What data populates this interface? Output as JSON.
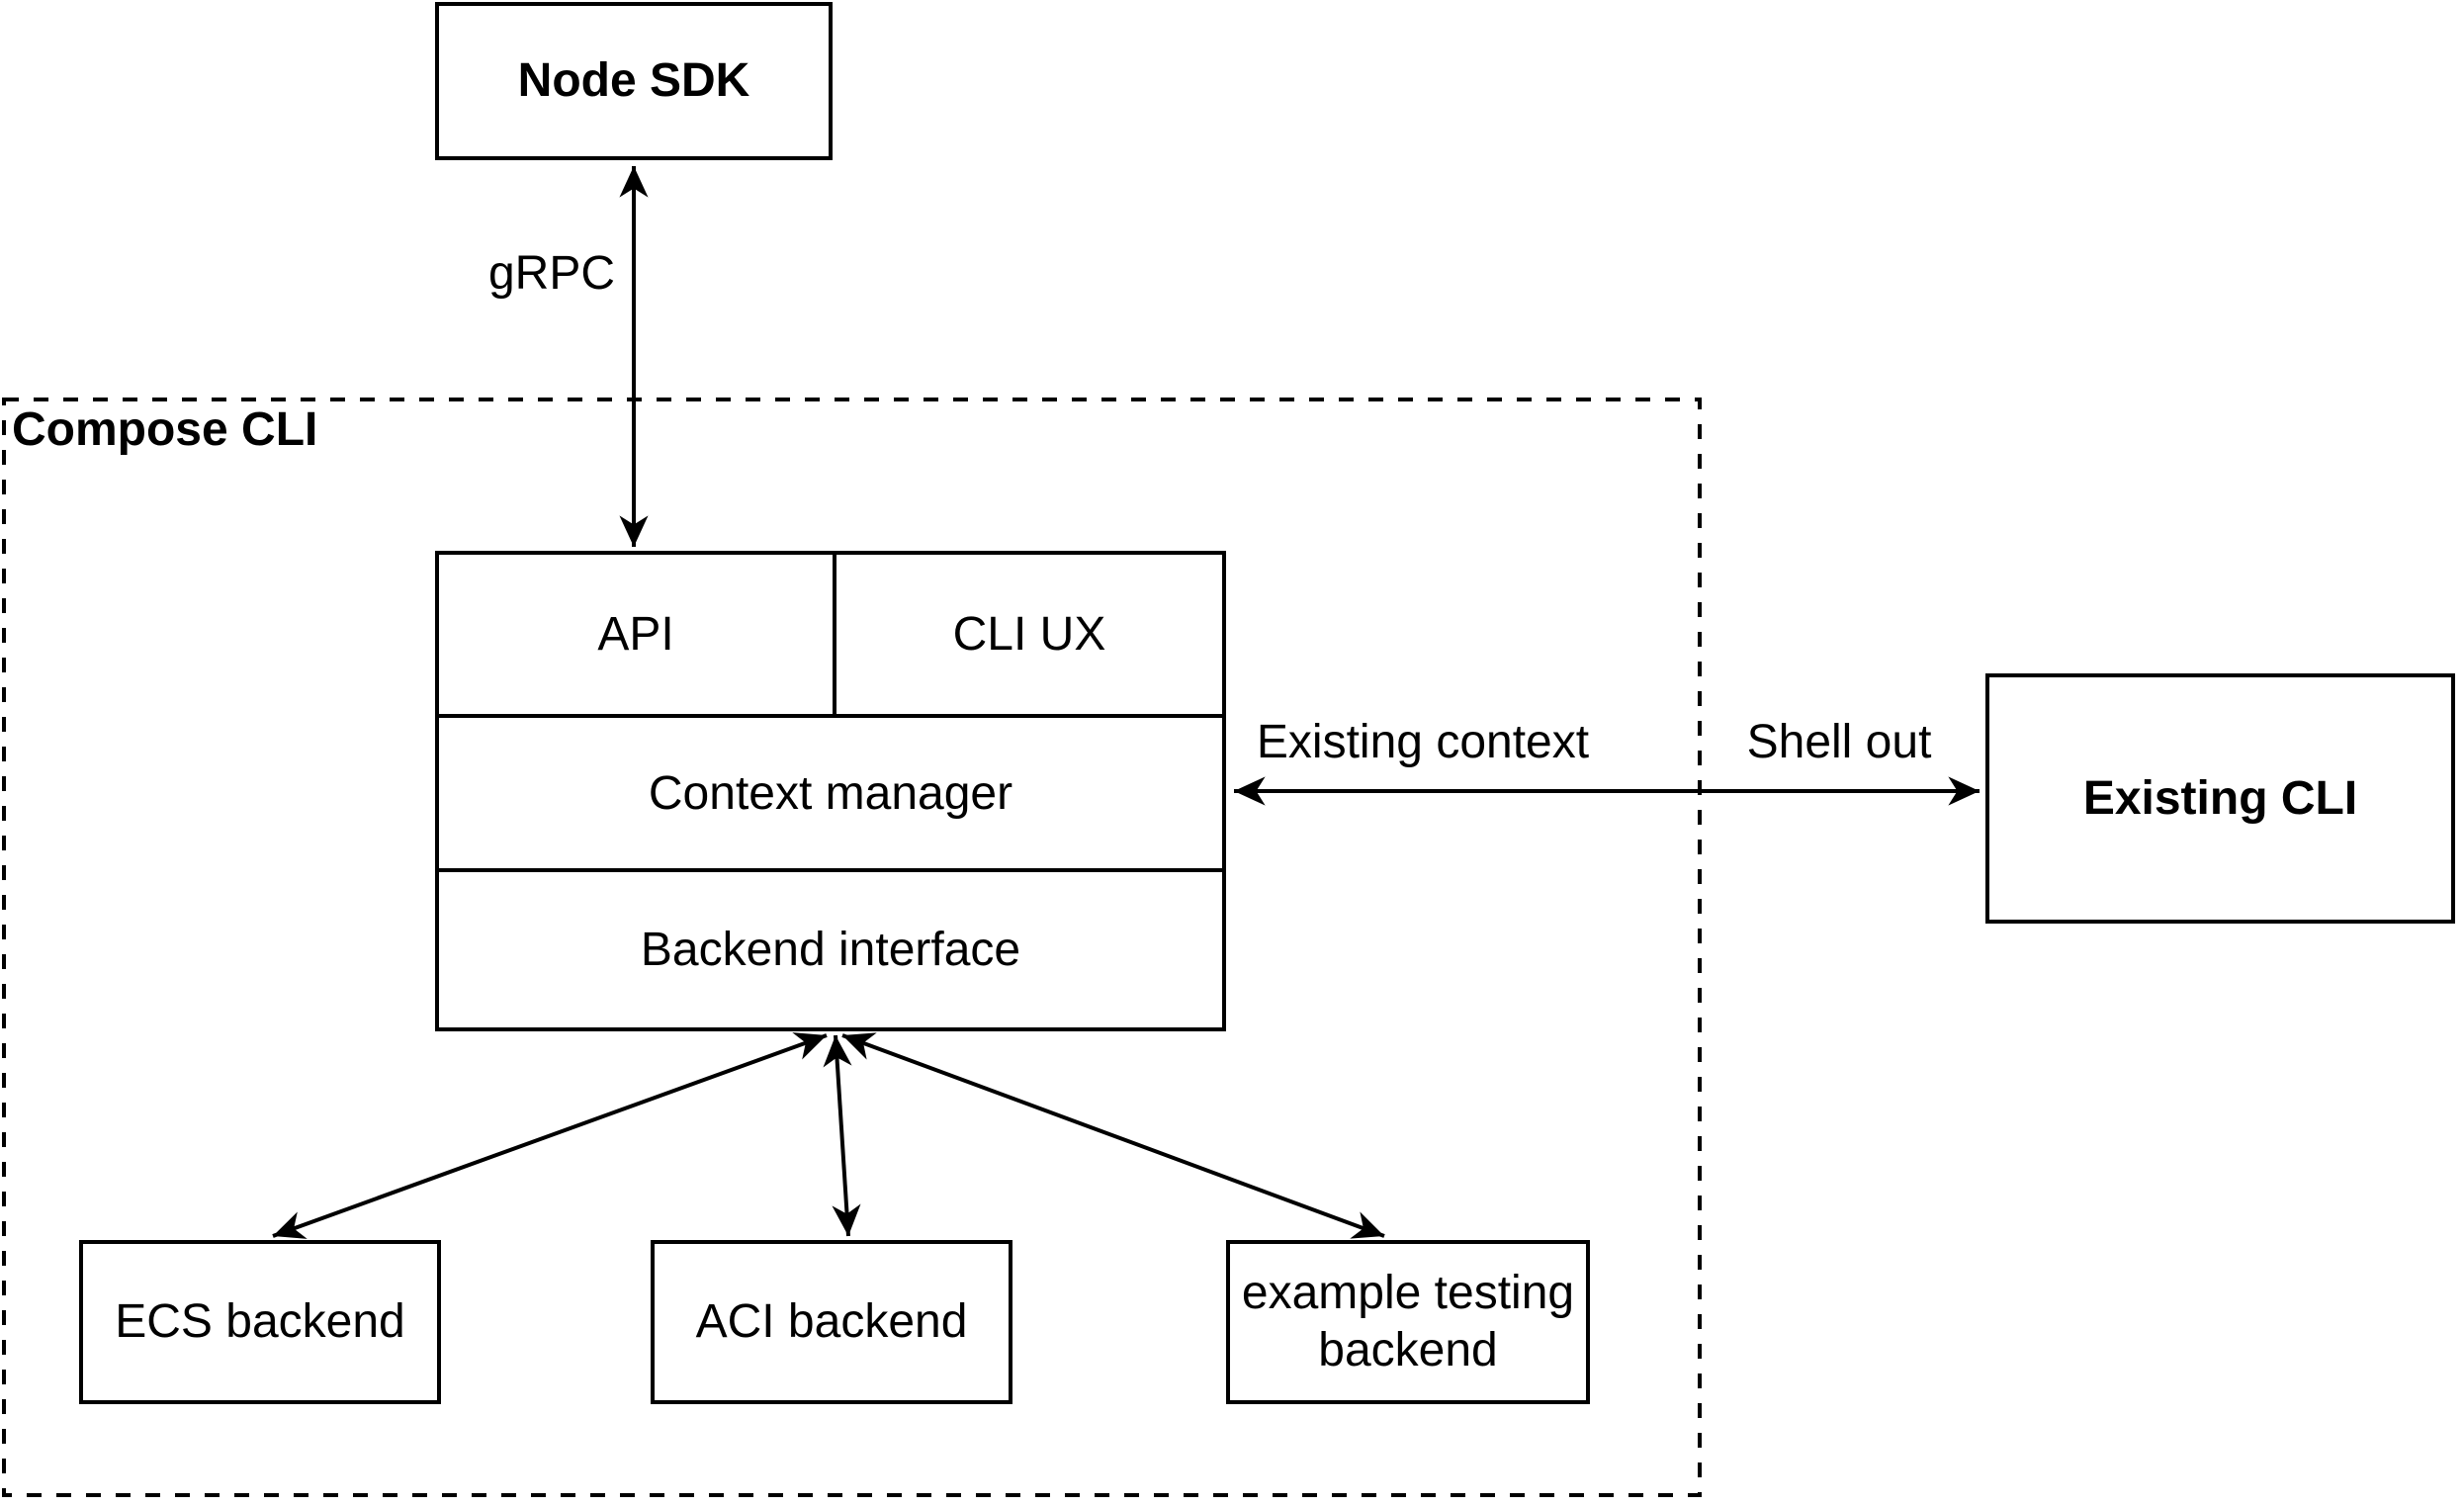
{
  "nodes": {
    "node_sdk": {
      "label": "Node SDK"
    },
    "api": {
      "label": "API"
    },
    "cli_ux": {
      "label": "CLI UX"
    },
    "context_manager": {
      "label": "Context manager"
    },
    "backend_interface": {
      "label": "Backend interface"
    },
    "existing_cli": {
      "label": "Existing CLI"
    },
    "ecs_backend": {
      "label": "ECS backend"
    },
    "aci_backend": {
      "label": "ACI backend"
    },
    "example_testing_backend": {
      "label": "example testing backend"
    }
  },
  "group": {
    "compose_cli_label": "Compose CLI"
  },
  "edge_labels": {
    "grpc": "gRPC",
    "existing_context": "Existing context",
    "shell_out": "Shell out"
  },
  "colors": {
    "stroke": "#000000",
    "background": "#ffffff"
  }
}
